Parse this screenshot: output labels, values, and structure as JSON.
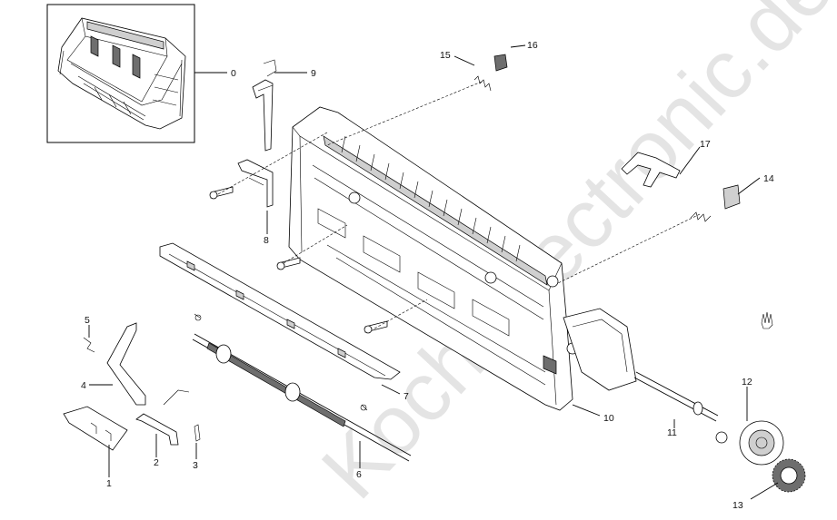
{
  "watermark": "Koch-Electronic.de",
  "callouts": [
    {
      "id": "0",
      "text": "0"
    },
    {
      "id": "1",
      "text": "1"
    },
    {
      "id": "2",
      "text": "2"
    },
    {
      "id": "3",
      "text": "3"
    },
    {
      "id": "4",
      "text": "4"
    },
    {
      "id": "5",
      "text": "5"
    },
    {
      "id": "6",
      "text": "6"
    },
    {
      "id": "7",
      "text": "7"
    },
    {
      "id": "8",
      "text": "8"
    },
    {
      "id": "9",
      "text": "9"
    },
    {
      "id": "10",
      "text": "10"
    },
    {
      "id": "11",
      "text": "11"
    },
    {
      "id": "12",
      "text": "12"
    },
    {
      "id": "13",
      "text": "13"
    },
    {
      "id": "14",
      "text": "14"
    },
    {
      "id": "15",
      "text": "15"
    },
    {
      "id": "16",
      "text": "16"
    },
    {
      "id": "17",
      "text": "17"
    }
  ]
}
